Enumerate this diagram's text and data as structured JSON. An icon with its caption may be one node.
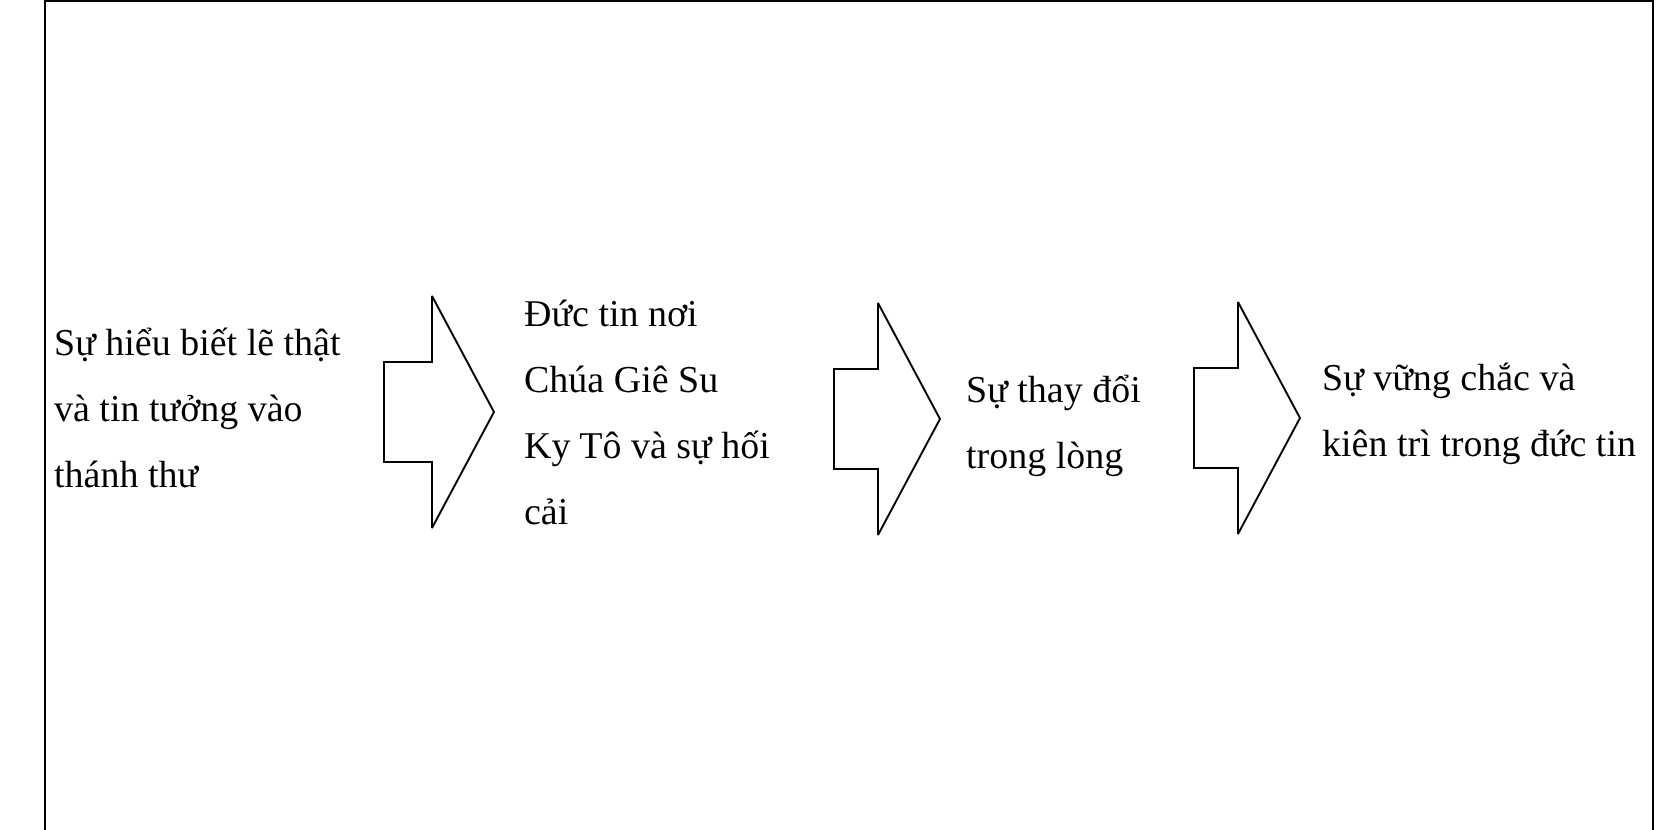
{
  "diagram": {
    "nodes": [
      {
        "text": [
          "Sự hiểu biết lẽ thật và tin tưởng vào thánh thư"
        ]
      },
      {
        "text": [
          "Đức tin nơi Chúa Giê Su Ky Tô và sự hối cải"
        ]
      },
      {
        "text": [
          "Sự thay đổi trong lòng"
        ]
      },
      {
        "text": [
          "Sự vững chắc và kiên trì trong đức tin"
        ]
      }
    ],
    "edges": [
      {
        "from": 0,
        "to": 1,
        "arrow": "to"
      },
      {
        "from": 1,
        "to": 2,
        "arrow": "to"
      },
      {
        "from": 2,
        "to": 3,
        "arrow": "to"
      }
    ]
  }
}
